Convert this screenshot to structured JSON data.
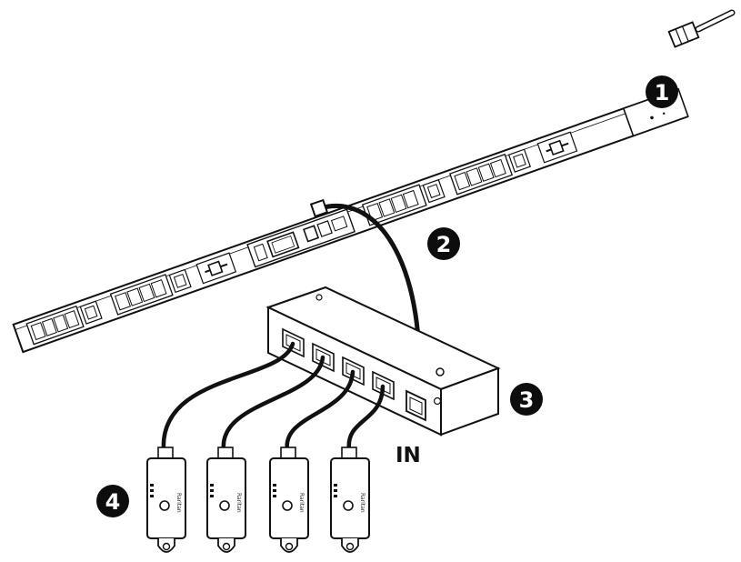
{
  "callouts": [
    {
      "id": "1",
      "text": "1"
    },
    {
      "id": "2",
      "text": "2"
    },
    {
      "id": "3",
      "text": "3"
    },
    {
      "id": "4",
      "text": "4"
    }
  ],
  "labels": {
    "in_port": "IN"
  },
  "sensor_brand": "Raritan",
  "colors": {
    "line": "#111111",
    "fill": "#ffffff",
    "cable": "#1a1a1a",
    "callout_bg": "#0d0d0d"
  },
  "icons": [
    "pdu-strip-icon",
    "sensor-hub-icon",
    "environmental-sensor-icon",
    "cable-icon"
  ]
}
